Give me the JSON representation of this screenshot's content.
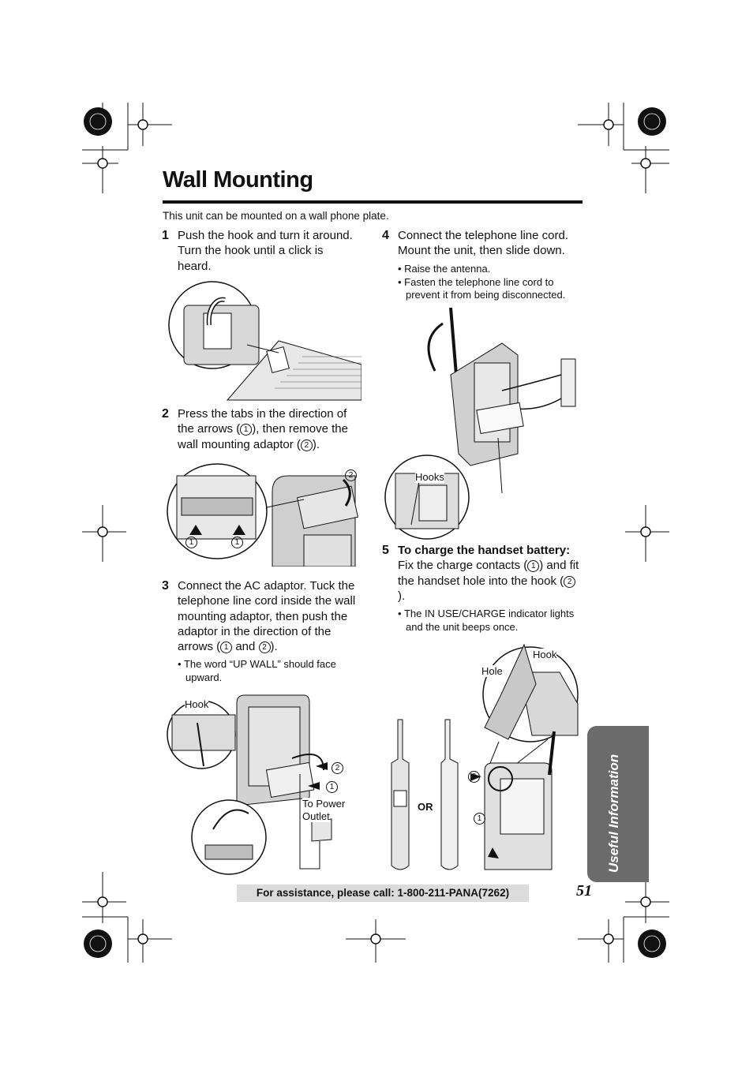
{
  "page": {
    "title": "Wall Mounting",
    "intro": "This unit can be mounted on a wall phone plate.",
    "page_number": "51",
    "side_tab": "Useful Information",
    "footer": "For assistance, please call: 1-800-211-PANA(7262)"
  },
  "steps": {
    "s1": {
      "num": "1",
      "text": "Push the hook and turn it around. Turn the hook until a click is heard."
    },
    "s2": {
      "num": "2",
      "pre": "Press the tabs in the direction of the arrows (",
      "c1": "1",
      "mid": "), then remove the wall mounting adaptor (",
      "c2": "2",
      "post": ")."
    },
    "s3": {
      "num": "3",
      "pre": "Connect the AC adaptor. Tuck the telephone line cord inside the wall mounting adaptor, then push the adaptor in the direction of the arrows (",
      "c1": "1",
      "mid": " and ",
      "c2": "2",
      "post": ").",
      "bullet": "The word “UP WALL” should face upward."
    },
    "s4": {
      "num": "4",
      "text": "Connect the telephone line cord. Mount the unit, then slide down.",
      "bullets": [
        "Raise the antenna.",
        "Fasten the telephone line cord to prevent it from being disconnected."
      ]
    },
    "s5": {
      "num": "5",
      "heading": "To charge the handset battery:",
      "pre": "Fix the charge contacts (",
      "c1": "1",
      "mid": ") and fit the handset hole into the hook (",
      "c2": "2",
      "post": ").",
      "bullet": "The IN USE/CHARGE indicator lights and the unit beeps once."
    }
  },
  "labels": {
    "hook": "Hook",
    "hooks": "Hooks",
    "hole": "Hole",
    "to_power": "To Power",
    "outlet": "Outlet",
    "or": "OR",
    "one": "1",
    "two": "2"
  }
}
